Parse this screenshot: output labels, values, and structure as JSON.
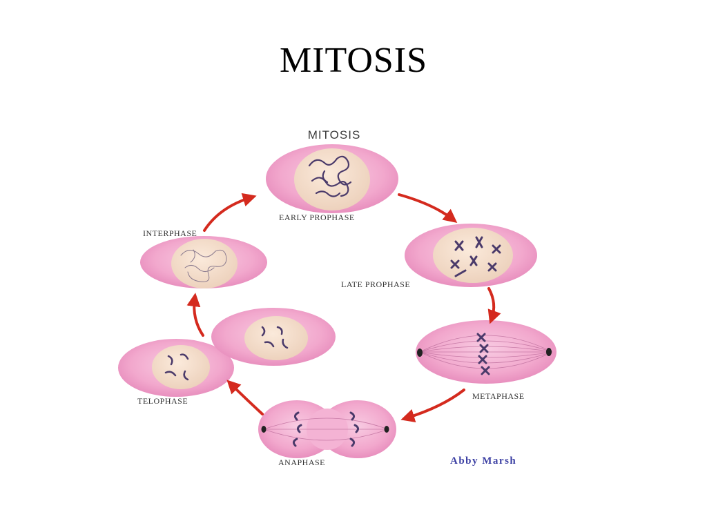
{
  "slide": {
    "title": "MITOSIS"
  },
  "diagram": {
    "title": "MITOSIS",
    "phases": {
      "early_prophase": "EARLY PROPHASE",
      "late_prophase": "LATE PROPHASE",
      "metaphase": "METAPHASE",
      "anaphase": "ANAPHASE",
      "telophase": "TELOPHASE",
      "interphase": "INTERPHASE"
    },
    "author": "Abby Marsh"
  },
  "colors": {
    "cell_pink": "#f3a9cf",
    "nucleus_tan": "#f3dcc8",
    "chromosome": "#4a3a6a",
    "arrow_red": "#d42a1e",
    "author_blue": "#3b3fa3"
  }
}
